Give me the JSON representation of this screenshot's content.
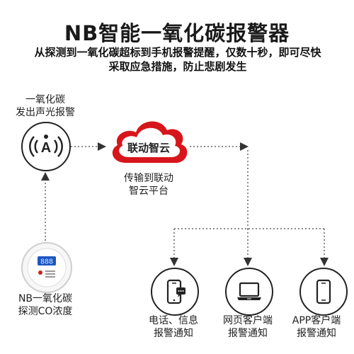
{
  "title": "NB智能一氧化碳报警器",
  "subtitle_line1": "从探测到一氧化碳超标到手机报警提醒，仅数十秒，即可尽快",
  "subtitle_line2": "采取应急措施，防止悲剧发生",
  "alarm_node": {
    "label_line1": "一氧化碳",
    "label_line2": "发出声光报警",
    "glyph": "A"
  },
  "detector_node": {
    "label_line1": "NB一氧化碳",
    "label_line2": "探测CO浓度",
    "display": "888"
  },
  "cloud_node": {
    "text": "联动智云",
    "label_line1": "传输到联动",
    "label_line2": "智云平台"
  },
  "endpoints": [
    {
      "label_line1": "电话、信息",
      "label_line2": "报警通知",
      "icon": "phone-icon"
    },
    {
      "label_line1": "网页客户端",
      "label_line2": "报警通知",
      "icon": "laptop-icon"
    },
    {
      "label_line1": "APP客户端",
      "label_line2": "报警通知",
      "icon": "smartphone-icon"
    }
  ],
  "colors": {
    "accent": "#d7161b",
    "line": "#666666",
    "stroke": "#222222"
  }
}
